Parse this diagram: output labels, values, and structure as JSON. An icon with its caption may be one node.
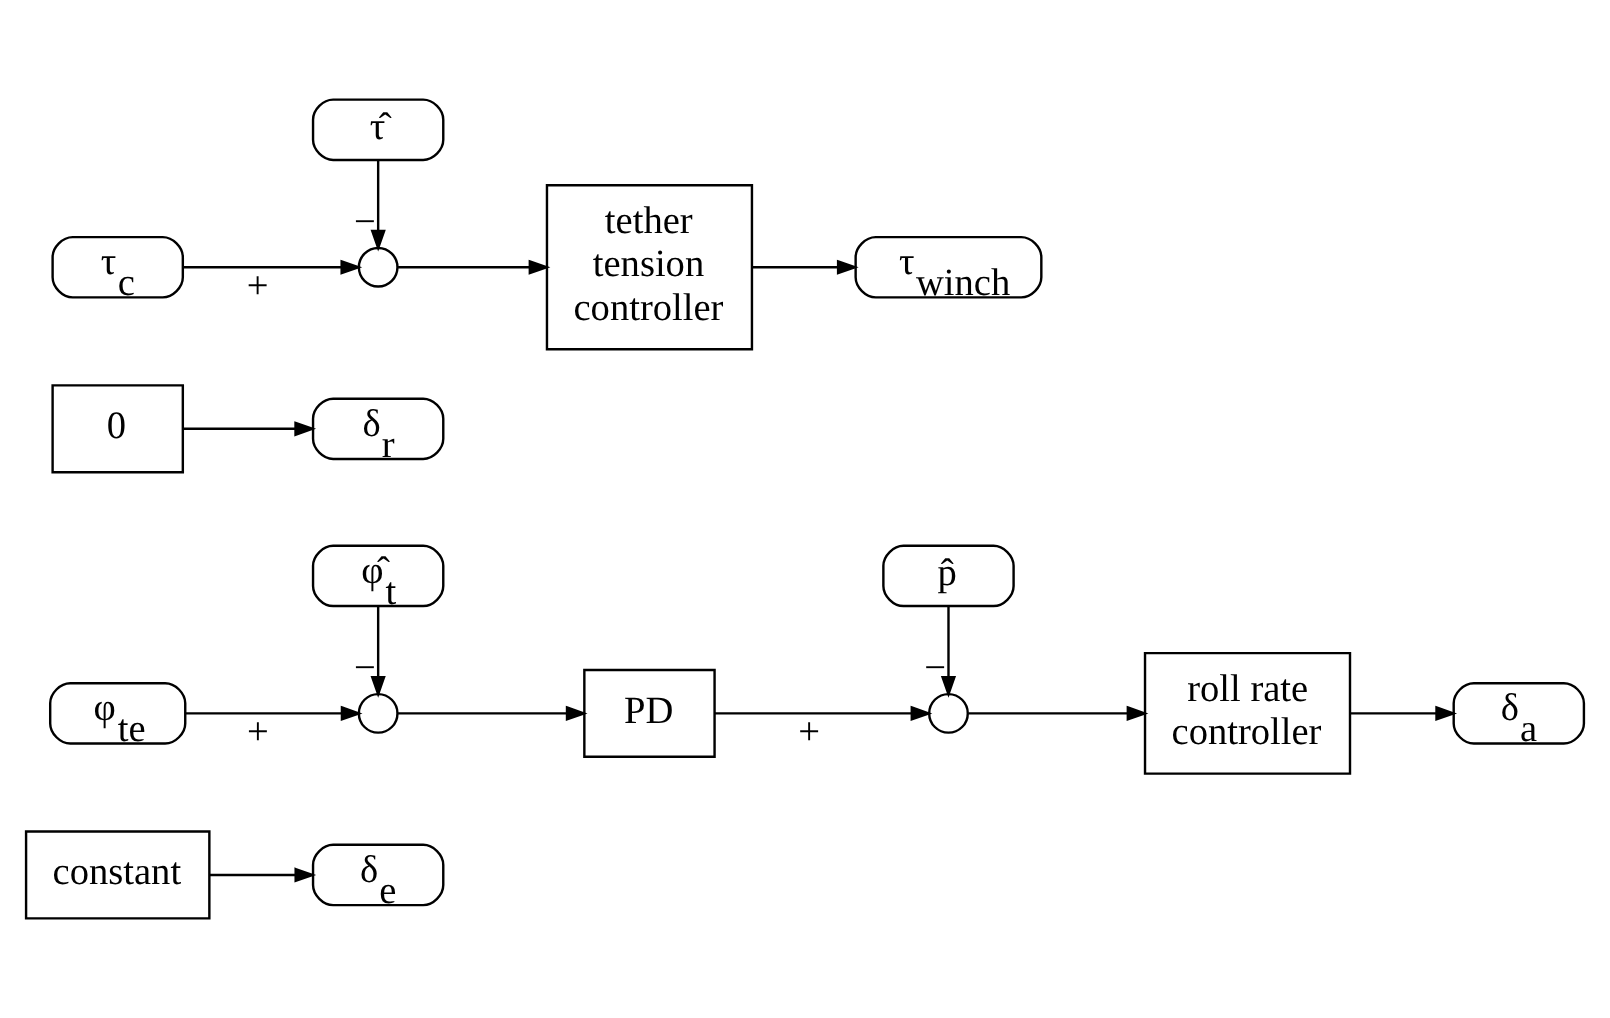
{
  "diagram": {
    "nodes": [
      {
        "text": [
          "constant"
        ]
      },
      {
        "text": [
          "δ$_{e}$"
        ]
      },
      {
        "text": [
          "φ$_{te}$"
        ]
      },
      {
        "text": [],
        "shape": "circle"
      },
      {
        "text": [
          "PD"
        ]
      },
      {
        "text": [],
        "shape": "circle"
      },
      {
        "text": [
          "roll rate controller"
        ]
      },
      {
        "text": [
          "δ$_{a}$"
        ]
      },
      {
        "text": [
          "φ̂$_{t}$"
        ]
      },
      {
        "text": [
          "p̂"
        ]
      },
      {
        "text": [
          "0"
        ]
      },
      {
        "text": [
          "δ$_{r}$"
        ]
      },
      {
        "text": [
          "τ$_{c}$"
        ]
      },
      {
        "text": [],
        "shape": "circle"
      },
      {
        "text": [
          "tether tension controller"
        ]
      },
      {
        "text": [
          "τ$_{winch}$"
        ]
      },
      {
        "text": [
          "τ̂"
        ]
      }
    ],
    "edges": [
      {
        "from": 0,
        "to": 1,
        "arrow": "to"
      },
      {
        "from": 2,
        "to": 3,
        "arrow": "to",
        "label": "+"
      },
      {
        "from": 3,
        "to": 4,
        "arrow": "to"
      },
      {
        "from": 4,
        "to": 5,
        "arrow": "to",
        "label": "+"
      },
      {
        "from": 5,
        "to": 6,
        "arrow": "to"
      },
      {
        "from": 6,
        "to": 7,
        "arrow": "to"
      },
      {
        "from": 8,
        "to": 3,
        "arrow": "to",
        "label": "−"
      },
      {
        "from": 9,
        "to": 5,
        "arrow": "to",
        "label": "−"
      },
      {
        "from": 10,
        "to": 11,
        "arrow": "to"
      },
      {
        "from": 12,
        "to": 13,
        "arrow": "to",
        "label": "+"
      },
      {
        "from": 13,
        "to": 14,
        "arrow": "to"
      },
      {
        "from": 14,
        "to": 15,
        "arrow": "to"
      },
      {
        "from": 16,
        "to": 13,
        "arrow": "to",
        "label": "−"
      }
    ]
  }
}
